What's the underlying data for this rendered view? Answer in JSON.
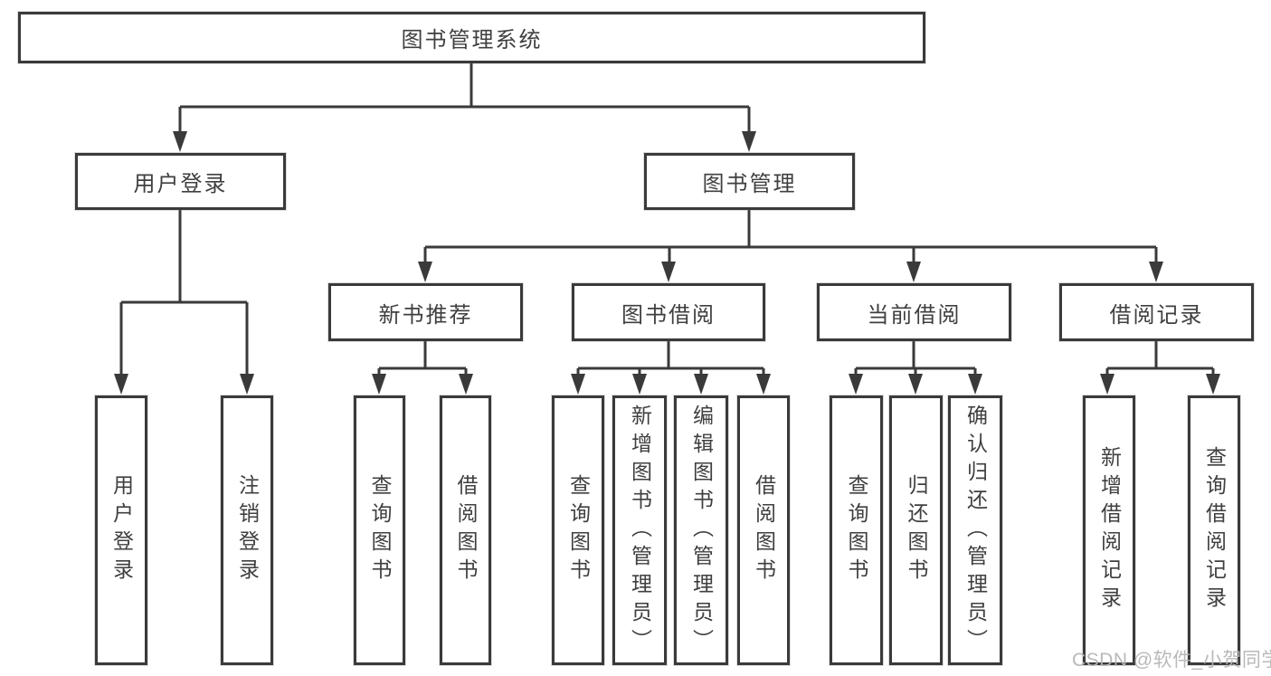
{
  "diagram": {
    "type": "hierarchy-tree",
    "tree": {
      "label": "图书管理系统",
      "children": [
        {
          "label": "用户登录",
          "children": [
            {
              "label": "用户登录"
            },
            {
              "label": "注销登录"
            }
          ]
        },
        {
          "label": "图书管理",
          "children": [
            {
              "label": "新书推荐",
              "children": [
                {
                  "label": "查询图书"
                },
                {
                  "label": "借阅图书"
                }
              ]
            },
            {
              "label": "图书借阅",
              "children": [
                {
                  "label": "查询图书"
                },
                {
                  "label": "新增图书（管理员）"
                },
                {
                  "label": "编辑图书（管理员）"
                },
                {
                  "label": "借阅图书"
                }
              ]
            },
            {
              "label": "当前借阅",
              "children": [
                {
                  "label": "查询图书"
                },
                {
                  "label": "归还图书"
                },
                {
                  "label": "确认归还（管理员）"
                }
              ]
            },
            {
              "label": "借阅记录",
              "children": [
                {
                  "label": "新增借阅记录"
                },
                {
                  "label": "查询借阅记录"
                }
              ]
            }
          ]
        }
      ]
    }
  },
  "watermark": {
    "text": "CSDN @软件_小贺同学"
  },
  "colors": {
    "line": "#3a3a3a",
    "text": "#3f3f3f",
    "background": "#ffffff",
    "watermark": "#b5b5b5"
  }
}
